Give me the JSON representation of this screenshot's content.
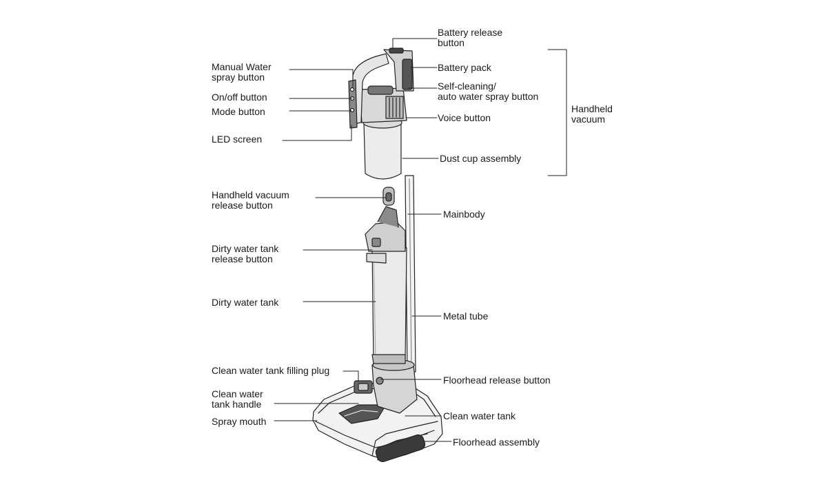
{
  "labels": {
    "battery_release_button": "Battery release\nbutton",
    "battery_pack": "Battery pack",
    "self_cleaning_button": "Self-cleaning/\nauto water spray button",
    "voice_button": "Voice button",
    "dust_cup_assembly": "Dust cup assembly",
    "handheld_vacuum": "Handheld\nvacuum",
    "manual_water_spray_button": "Manual Water\nspray button",
    "on_off_button": "On/off button",
    "mode_button": "Mode button",
    "led_screen": "LED screen",
    "handheld_release_button": "Handheld vacuum\nrelease button",
    "mainbody": "Mainbody",
    "dirty_water_tank_release_button": "Dirty water tank\nrelease button",
    "dirty_water_tank": "Dirty water tank",
    "metal_tube": "Metal tube",
    "clean_water_tank_filling_plug": "Clean water tank filling plug",
    "floorhead_release_button": "Floorhead release button",
    "clean_water_tank_handle": "Clean water\ntank handle",
    "clean_water_tank": "Clean water tank",
    "spray_mouth": "Spray mouth",
    "floorhead_assembly": "Floorhead assembly"
  }
}
